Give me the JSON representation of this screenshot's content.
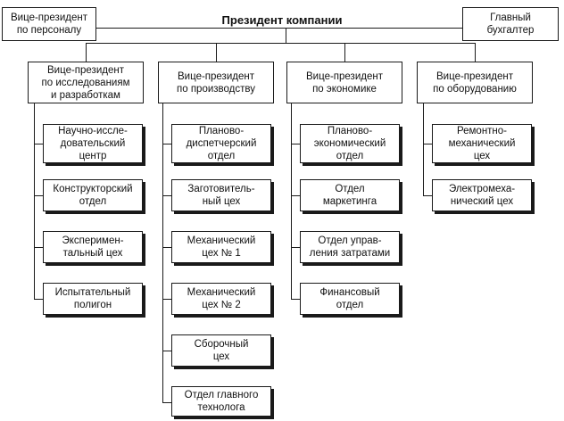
{
  "top": {
    "president": "Президент компании",
    "vp_personnel": "Вице-президент\nпо персоналу",
    "chief_accountant": "Главный\nбухгалтер"
  },
  "branches": [
    {
      "head": "Вице-президент\nпо исследованиям\nи разработкам",
      "units": [
        "Научно-иссле-\nдовательский\nцентр",
        "Конструкторский\nотдел",
        "Эксперимен-\nтальный цех",
        "Испытательный\nполигон"
      ]
    },
    {
      "head": "Вице-президент\nпо производству",
      "units": [
        "Планово-\nдиспетчерский\nотдел",
        "Заготовитель-\nный цех",
        "Механический\nцех № 1",
        "Механический\nцех № 2",
        "Сборочный\nцех",
        "Отдел главного\nтехнолога"
      ]
    },
    {
      "head": "Вице-президент\nпо экономике",
      "units": [
        "Планово-\nэкономический\nотдел",
        "Отдел\nмаркетинга",
        "Отдел управ-\nления затратами",
        "Финансовый\nотдел"
      ]
    },
    {
      "head": "Вице-президент\nпо оборудованию",
      "units": [
        "Ремонтно-\nмеханический\nцех",
        "Электромеха-\nнический цех"
      ]
    }
  ]
}
